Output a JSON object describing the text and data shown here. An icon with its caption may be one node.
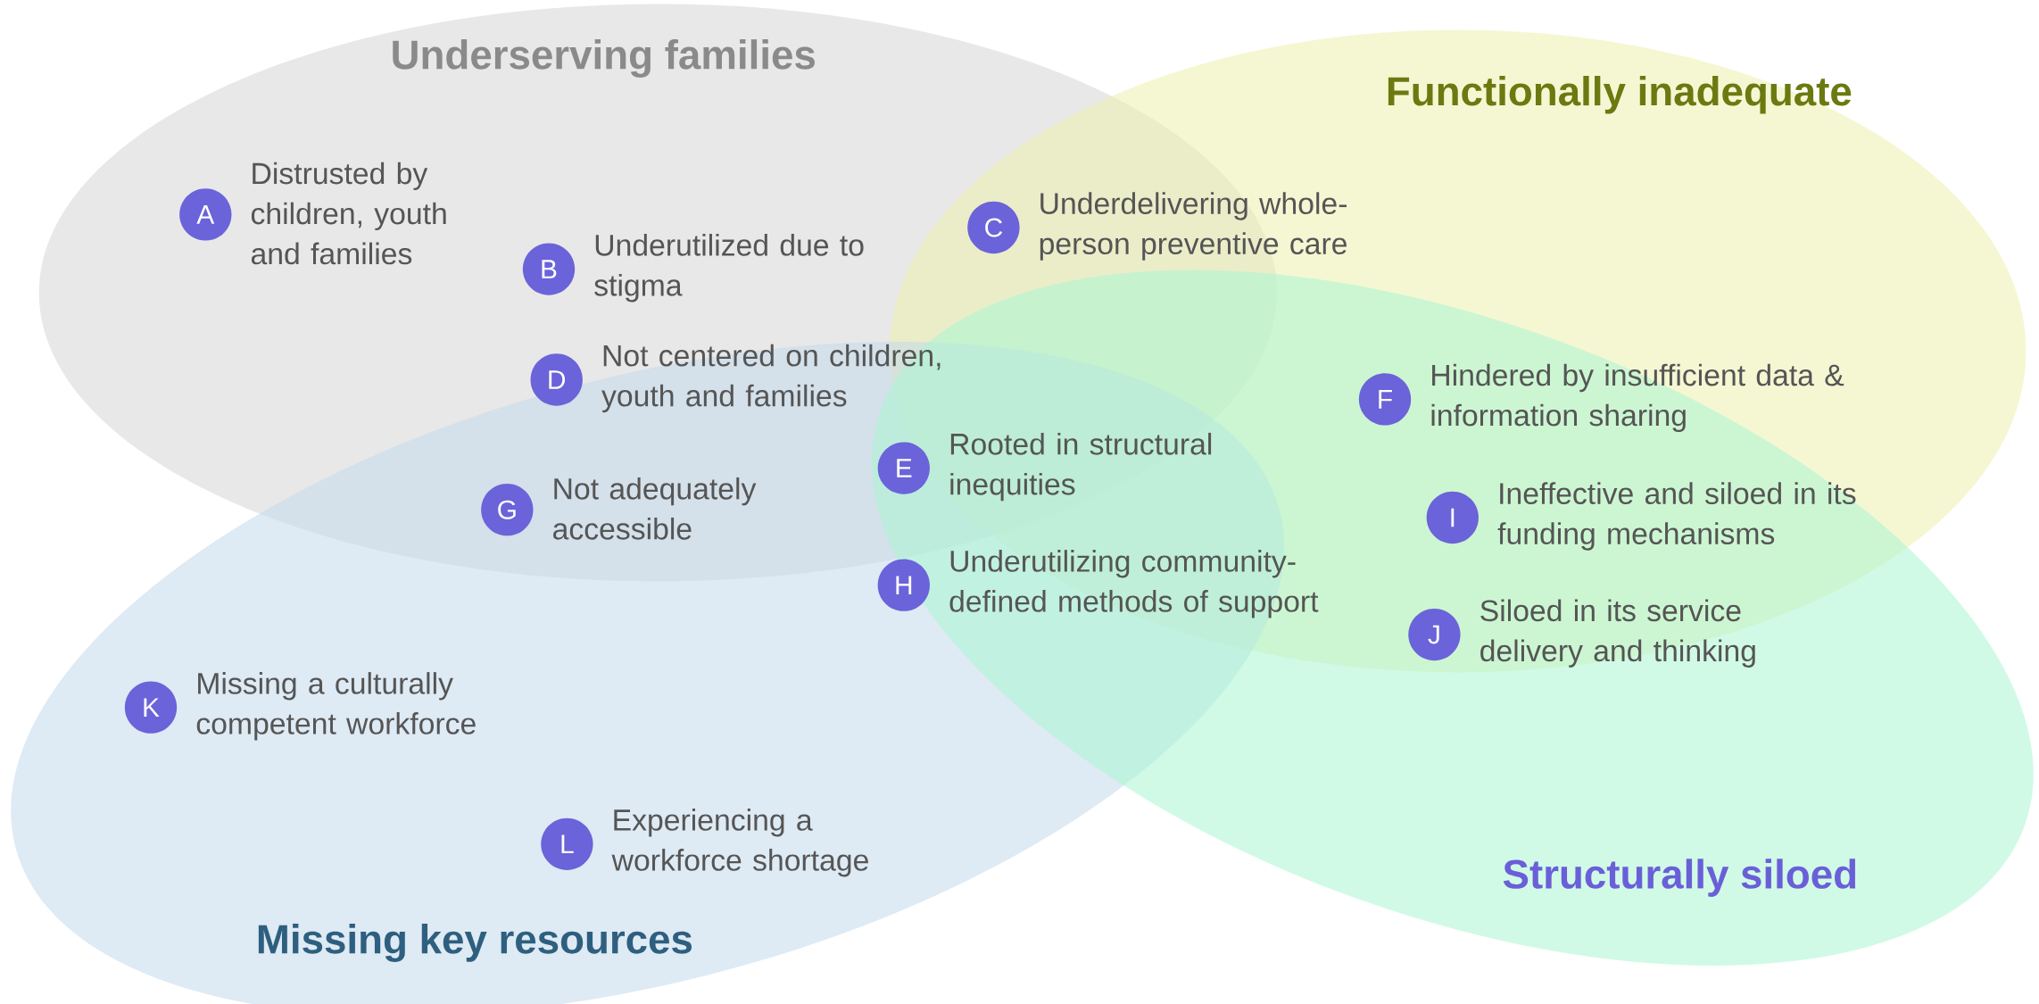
{
  "diagram": {
    "nodes": [
      {
        "text": [
          "Underserving families"
        ]
      },
      {
        "text": [
          "Functionally inadequate"
        ]
      },
      {
        "text": [
          "Missing key resources"
        ]
      },
      {
        "text": [
          "Structurally siloed"
        ]
      },
      {
        "text": [
          "A",
          "Distrusted by children, youth and families"
        ],
        "in": 0
      },
      {
        "text": [
          "B",
          "Underutilized due to stigma"
        ],
        "in": 0
      },
      {
        "text": [
          "C",
          "Underdelivering whole-person preventive care"
        ]
      },
      {
        "text": [
          "D",
          "Not centered on children, youth and families"
        ],
        "in": 0
      },
      {
        "text": [
          "E",
          "Rooted in structural inequities"
        ]
      },
      {
        "text": [
          "F",
          "Hindered by insufficient data & information sharing"
        ]
      },
      {
        "text": [
          "G",
          "Not adequately accessible"
        ]
      },
      {
        "text": [
          "H",
          "Underutilizing community-defined methods of support"
        ],
        "in": 2
      },
      {
        "text": [
          "I",
          "Ineffective and siloed in its funding mechanisms"
        ]
      },
      {
        "text": [
          "J",
          "Siloed in its service delivery and thinking"
        ]
      },
      {
        "text": [
          "K",
          "Missing a culturally competent workforce"
        ],
        "in": 2
      },
      {
        "text": [
          "L",
          "Experiencing a workforce shortage"
        ],
        "in": 2
      }
    ],
    "edges": []
  }
}
